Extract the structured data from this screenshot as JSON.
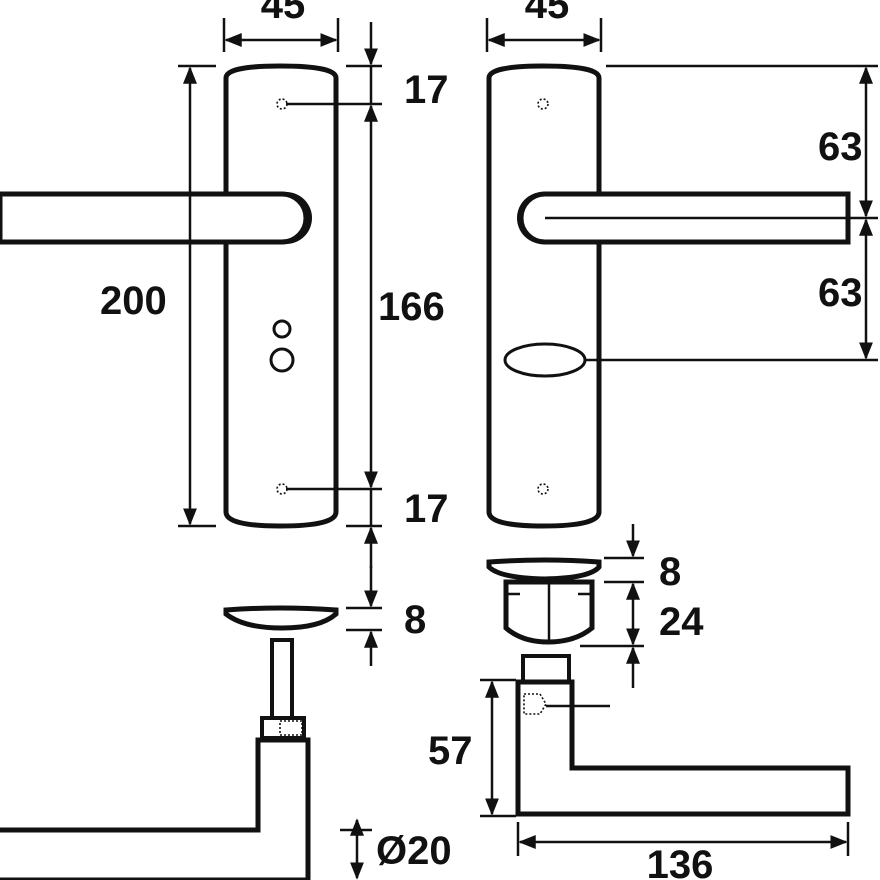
{
  "dimensions": {
    "left_plate_width": "45",
    "right_plate_width": "45",
    "top_screw_offset": "17",
    "screw_spacing": "166",
    "bottom_screw_offset": "17",
    "plate_height": "200",
    "upper_to_spindle": "63",
    "spindle_to_keyhole": "63",
    "rose_thickness_left": "8",
    "rose_thickness_right": "8",
    "rose_height": "24",
    "lever_height": "57",
    "lever_length": "136",
    "lever_diameter": "Ø20"
  }
}
